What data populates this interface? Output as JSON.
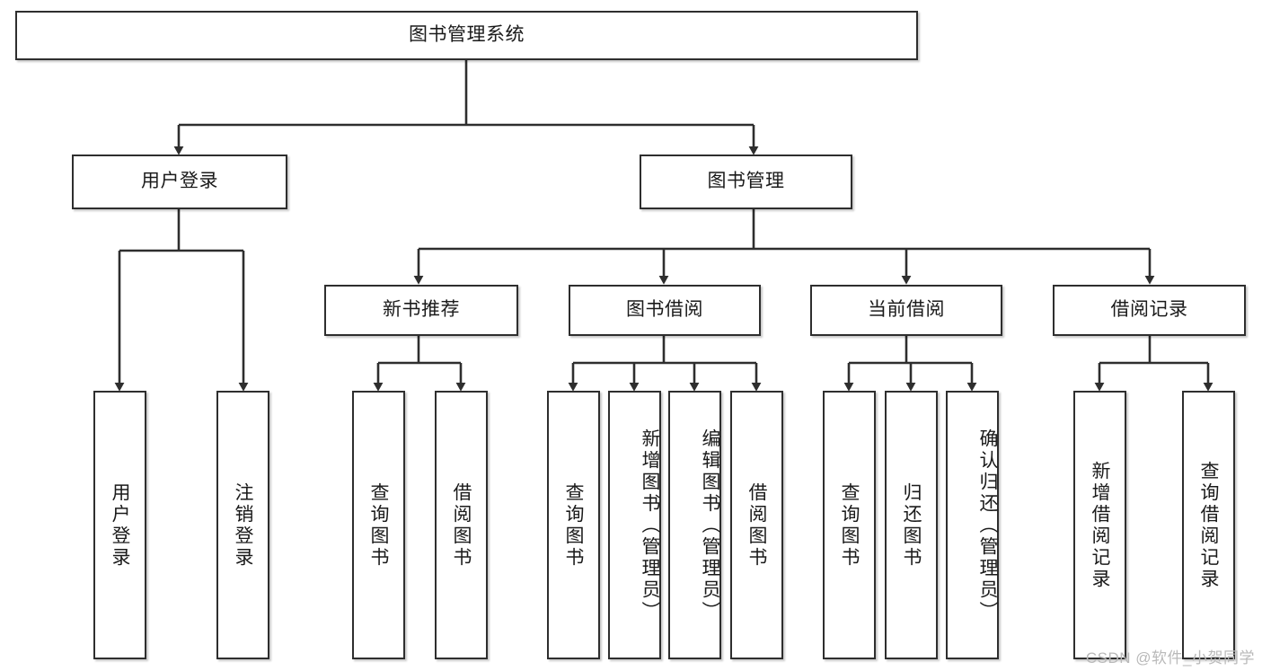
{
  "diagram": {
    "title": "图书管理系统",
    "type": "hierarchy-tree",
    "levels": 4,
    "root": {
      "id": "root",
      "label": "图书管理系统",
      "orientation": "horizontal"
    },
    "level2": [
      {
        "id": "user-login",
        "label": "用户登录",
        "orientation": "horizontal"
      },
      {
        "id": "book-manage",
        "label": "图书管理",
        "orientation": "horizontal"
      }
    ],
    "level3": [
      {
        "id": "new-book-rec",
        "label": "新书推荐",
        "orientation": "horizontal",
        "parent": "book-manage"
      },
      {
        "id": "book-borrow",
        "label": "图书借阅",
        "orientation": "horizontal",
        "parent": "book-manage"
      },
      {
        "id": "current-borrow",
        "label": "当前借阅",
        "orientation": "horizontal",
        "parent": "book-manage"
      },
      {
        "id": "borrow-record",
        "label": "借阅记录",
        "orientation": "horizontal",
        "parent": "book-manage"
      }
    ],
    "leaves": [
      {
        "id": "leaf-user-login",
        "label": "用户登录",
        "parent": "user-login",
        "orientation": "vertical",
        "align": "mid"
      },
      {
        "id": "leaf-logout",
        "label": "注销登录",
        "parent": "user-login",
        "orientation": "vertical",
        "align": "mid"
      },
      {
        "id": "leaf-query-book-1",
        "label": "查询图书",
        "parent": "new-book-rec",
        "orientation": "vertical",
        "align": "mid"
      },
      {
        "id": "leaf-borrow-book-1",
        "label": "借阅图书",
        "parent": "new-book-rec",
        "orientation": "vertical",
        "align": "mid"
      },
      {
        "id": "leaf-query-book-2",
        "label": "查询图书",
        "parent": "book-borrow",
        "orientation": "vertical",
        "align": "mid"
      },
      {
        "id": "leaf-add-book",
        "label": "新增图书（管理员）",
        "parent": "book-borrow",
        "orientation": "vertical",
        "align": "top"
      },
      {
        "id": "leaf-edit-book",
        "label": "编辑图书（管理员）",
        "parent": "book-borrow",
        "orientation": "vertical",
        "align": "top"
      },
      {
        "id": "leaf-borrow-book-2",
        "label": "借阅图书",
        "parent": "book-borrow",
        "orientation": "vertical",
        "align": "mid"
      },
      {
        "id": "leaf-query-book-3",
        "label": "查询图书",
        "parent": "current-borrow",
        "orientation": "vertical",
        "align": "mid"
      },
      {
        "id": "leaf-return-book",
        "label": "归还图书",
        "parent": "current-borrow",
        "orientation": "vertical",
        "align": "mid"
      },
      {
        "id": "leaf-confirm-return",
        "label": "确认归还（管理员）",
        "parent": "current-borrow",
        "orientation": "vertical",
        "align": "top"
      },
      {
        "id": "leaf-add-record",
        "label": "新增借阅记录",
        "parent": "borrow-record",
        "orientation": "vertical",
        "align": "mid"
      },
      {
        "id": "leaf-query-record",
        "label": "查询借阅记录",
        "parent": "borrow-record",
        "orientation": "vertical",
        "align": "mid"
      }
    ],
    "watermark": "CSDN @软件_小贺同学",
    "colors": {
      "border": "#2e2e2e",
      "background": "#ffffff",
      "text": "#1a1a1a",
      "link": "#2e2e2e",
      "watermark": "#b9b9b9"
    }
  }
}
